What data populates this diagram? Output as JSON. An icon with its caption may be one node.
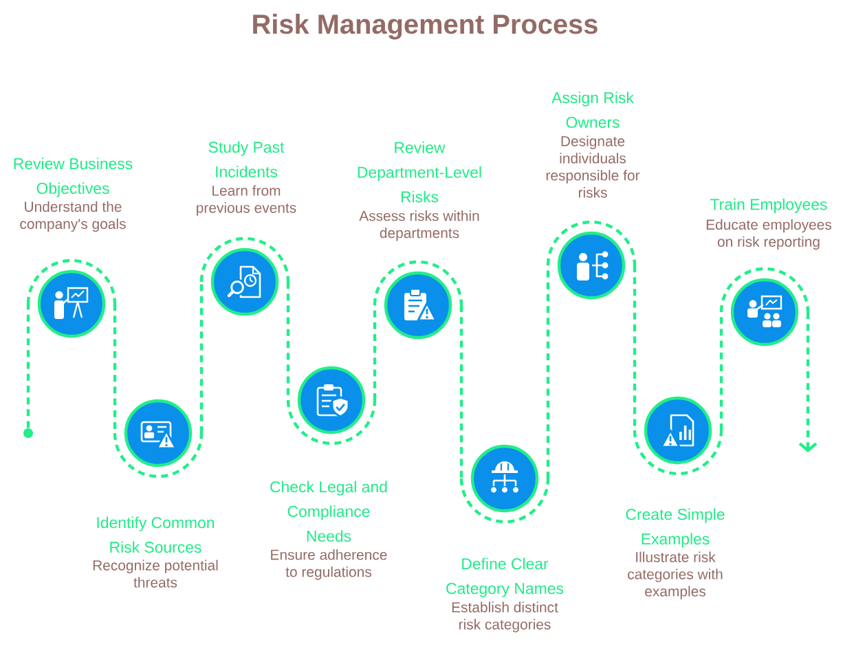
{
  "diagram": {
    "title": "Risk Management Process",
    "nodes": [
      {
        "text": [],
        "shape": "circle"
      },
      {
        "text": [
          "Review Business Objectives",
          "Understand the company's goals"
        ]
      },
      {
        "text": [
          "Identify Common Risk Sources",
          "Recognize potential threats"
        ]
      },
      {
        "text": [
          "Study Past Incidents",
          "Learn from previous events"
        ]
      },
      {
        "text": [
          "Check Legal and Compliance Needs",
          "Ensure adherence to regulations"
        ]
      },
      {
        "text": [
          "Review Department-Level Risks",
          "Assess risks within departments"
        ]
      },
      {
        "text": [
          "Define Clear Category Names",
          "Establish distinct risk categories"
        ]
      },
      {
        "text": [
          "Assign Risk Owners",
          "Designate individuals responsible for risks"
        ]
      },
      {
        "text": [
          "Create Simple Examples",
          "Illustrate risk categories with examples"
        ]
      },
      {
        "text": [
          "Train Employees",
          "Educate employees on risk reporting"
        ]
      }
    ],
    "edges": [
      {
        "from": 0,
        "to": 1,
        "arrow": "none",
        "style": "dashed"
      },
      {
        "from": 1,
        "to": 2,
        "arrow": "none",
        "style": "dashed"
      },
      {
        "from": 2,
        "to": 3,
        "arrow": "none",
        "style": "dashed"
      },
      {
        "from": 3,
        "to": 4,
        "arrow": "none",
        "style": "dashed"
      },
      {
        "from": 4,
        "to": 5,
        "arrow": "none",
        "style": "dashed"
      },
      {
        "from": 5,
        "to": 6,
        "arrow": "none",
        "style": "dashed"
      },
      {
        "from": 6,
        "to": 7,
        "arrow": "none",
        "style": "dashed"
      },
      {
        "from": 7,
        "to": 8,
        "arrow": "none",
        "style": "dashed"
      },
      {
        "from": 8,
        "to": 9,
        "arrow": "none",
        "style": "dashed"
      },
      {
        "from": 9,
        "to": null,
        "arrow": "to",
        "style": "dashed"
      }
    ]
  }
}
